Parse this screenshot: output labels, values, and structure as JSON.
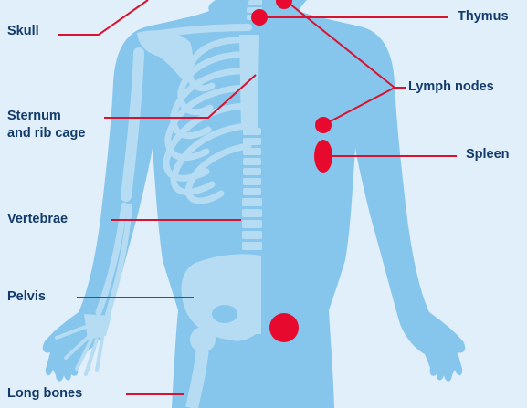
{
  "labels": {
    "skull": "Skull",
    "sternum_line1": "Sternum",
    "sternum_line2": "and rib cage",
    "vertebrae": "Vertebrae",
    "pelvis": "Pelvis",
    "long_bones": "Long bones",
    "thymus": "Thymus",
    "lymph_nodes": "Lymph nodes",
    "spleen": "Spleen"
  },
  "colors": {
    "background": "#e1effa",
    "body": "#86c5ec",
    "bone": "#b5dcf3",
    "organ_marker": "#e8092e",
    "text": "#123b6b"
  }
}
